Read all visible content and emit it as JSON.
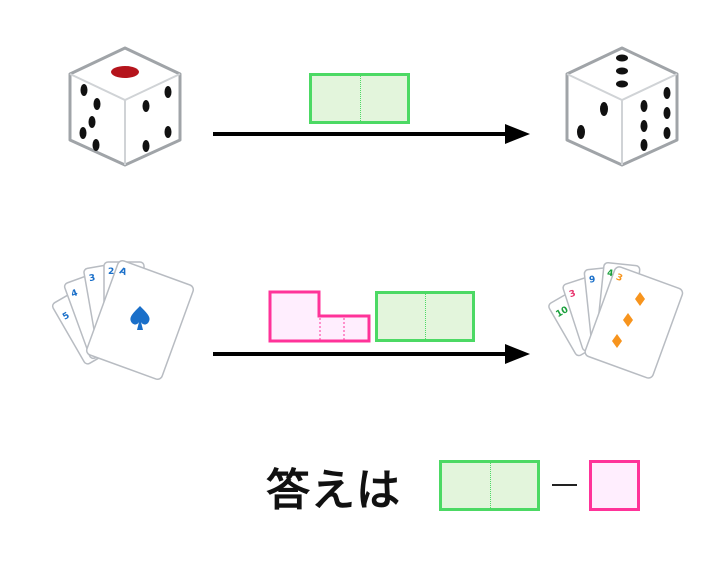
{
  "answer": {
    "label": "答えは",
    "operator": "−"
  },
  "cards_before": [
    "5",
    "4",
    "3",
    "2",
    "A"
  ],
  "cards_after": [
    "10",
    "3",
    "9",
    "4",
    "3"
  ],
  "colors": {
    "green": "#4cd964",
    "green_fill": "#e3f5dc",
    "pink": "#ff3399",
    "pink_fill": "#ffeefe",
    "ink": "#000000",
    "spade_blue": "#1a6fc9",
    "diamond_orange": "#f7941d"
  }
}
